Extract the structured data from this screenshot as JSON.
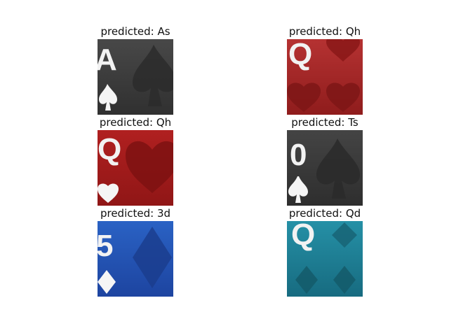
{
  "figure": {
    "panels": [
      {
        "caption": "predicted: As",
        "rank_glyph": "A",
        "suit": "spade",
        "bg_color": "#3f3f3f"
      },
      {
        "caption": "predicted: Qh",
        "rank_glyph": "Q",
        "suit": "heart",
        "bg_color": "#a52525"
      },
      {
        "caption": "predicted: Qh",
        "rank_glyph": "Q",
        "suit": "heart",
        "bg_color": "#a51c1c"
      },
      {
        "caption": "predicted: Ts",
        "rank_glyph": "0",
        "suit": "spade",
        "bg_color": "#3a3a3a"
      },
      {
        "caption": "predicted: 3d",
        "rank_glyph": "5",
        "suit": "diamond",
        "bg_color": "#2456b5"
      },
      {
        "caption": "predicted: Qd",
        "rank_glyph": "Q",
        "suit": "diamond",
        "bg_color": "#1e7f93"
      }
    ]
  }
}
